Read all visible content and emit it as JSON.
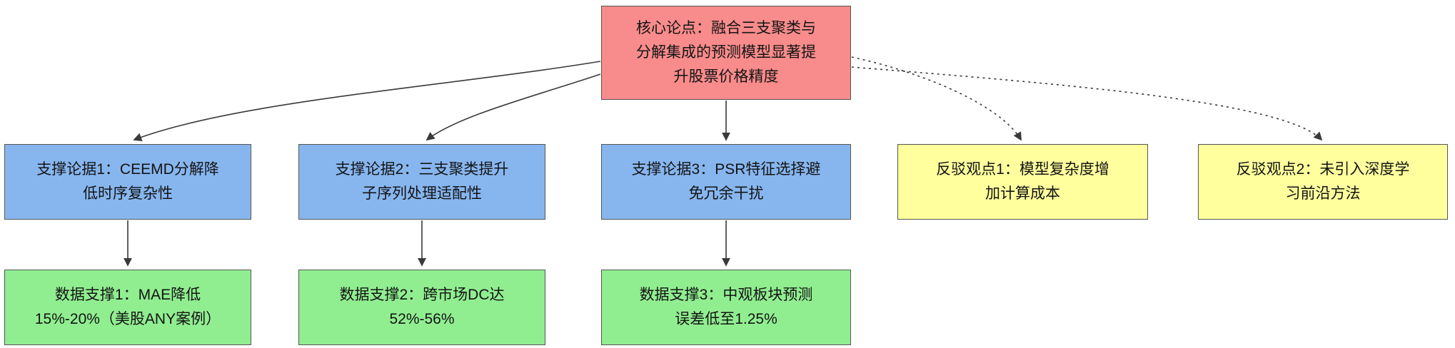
{
  "diagram": {
    "type": "argument-map-flowchart",
    "colors": {
      "core_claim": "#f88b8b",
      "support": "#87b6ef",
      "counter": "#ffff9e",
      "evidence": "#90ee90",
      "border": "#565656",
      "arrow": "#3a3a3a",
      "background": "#ffffff"
    },
    "nodes": {
      "core": {
        "label": "核心论点：融合三支聚类与分解集成的预测模型显著提升股票价格精度",
        "lines": [
          "核心论点：融合三支聚类与",
          "分解集成的预测模型显著提",
          "升股票价格精度"
        ]
      },
      "support1": {
        "label": "支撑论据1：CEEMD分解降低时序复杂性",
        "lines": [
          "支撑论据1：CEEMD分解降",
          "低时序复杂性"
        ]
      },
      "support2": {
        "label": "支撑论据2：三支聚类提升子序列处理适配性",
        "lines": [
          "支撑论据2：三支聚类提升",
          "子序列处理适配性"
        ]
      },
      "support3": {
        "label": "支撑论据3：PSR特征选择避免冗余干扰",
        "lines": [
          "支撑论据3：PSR特征选择避",
          "免冗余干扰"
        ]
      },
      "counter1": {
        "label": "反驳观点1：模型复杂度增加计算成本",
        "lines": [
          "反驳观点1：模型复杂度增",
          "加计算成本"
        ]
      },
      "counter2": {
        "label": "反驳观点2：未引入深度学习前沿方法",
        "lines": [
          "反驳观点2：未引入深度学",
          "习前沿方法"
        ]
      },
      "evidence1": {
        "label": "数据支撑1：MAE降低15%-20%（美股ANY案例）",
        "lines": [
          "数据支撑1：MAE降低",
          "15%-20%（美股ANY案例）"
        ]
      },
      "evidence2": {
        "label": "数据支撑2：跨市场DC达52%-56%",
        "lines": [
          "数据支撑2：跨市场DC达",
          "52%-56%"
        ]
      },
      "evidence3": {
        "label": "数据支撑3：中观板块预测误差低至1.25%",
        "lines": [
          "数据支撑3：中观板块预测",
          "误差低至1.25%"
        ]
      }
    },
    "edges": [
      {
        "from": "core",
        "to": "support1",
        "style": "solid"
      },
      {
        "from": "core",
        "to": "support2",
        "style": "solid"
      },
      {
        "from": "core",
        "to": "support3",
        "style": "solid"
      },
      {
        "from": "core",
        "to": "counter1",
        "style": "dotted"
      },
      {
        "from": "core",
        "to": "counter2",
        "style": "dotted"
      },
      {
        "from": "support1",
        "to": "evidence1",
        "style": "solid"
      },
      {
        "from": "support2",
        "to": "evidence2",
        "style": "solid"
      },
      {
        "from": "support3",
        "to": "evidence3",
        "style": "solid"
      }
    ]
  }
}
